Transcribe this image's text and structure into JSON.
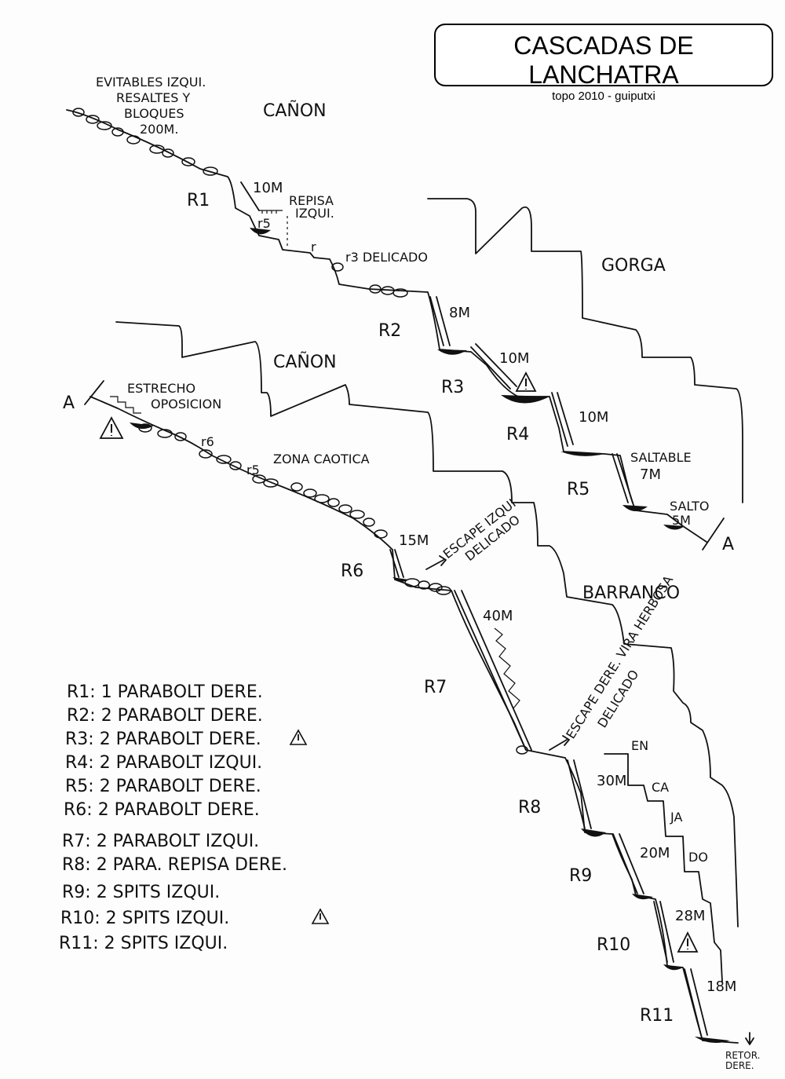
{
  "title": {
    "main": "CASCADAS DE LANCHATRA",
    "sub": "topo 2010 - guiputxi"
  },
  "sections": {
    "canon_top": "CAÑON",
    "gorga": "GORGA",
    "canon_mid": "CAÑON",
    "barranco": "BARRANCO"
  },
  "notes": {
    "evitables_1": "EVITABLES IZQUI.",
    "evitables_2": "RESALTES Y",
    "evitables_3": "BLOQUES",
    "evitables_4": "200M.",
    "repisa_1": "REPISA",
    "repisa_2": "IZQUI.",
    "r5_a": "r5",
    "r_small": "r",
    "r3_delicado": "r3 DELICADO",
    "estrecho": "ESTRECHO",
    "oposicion": "OPOSICION",
    "r6_small": "r6",
    "r5_b": "r5",
    "zona": "ZONA CAOTICA",
    "escape_izq_1": "ESCAPE IZQUI",
    "escape_izq_2": "DELICADO",
    "saltable": "SALTABLE",
    "salto": "SALTO",
    "escape_der_1": "ESCAPE DERE. VIRA HERBOSA",
    "escape_der_2": "DELICADO",
    "en": "EN",
    "ca": "CA",
    "ja": "JA",
    "do": "DO",
    "retor_1": "RETOR.",
    "retor_2": "DERE.",
    "marker_a1": "A",
    "marker_a2": "A"
  },
  "rappels": [
    {
      "id": "R1",
      "height": "10M"
    },
    {
      "id": "R2",
      "height": "8M"
    },
    {
      "id": "R3",
      "height": "10M"
    },
    {
      "id": "R4",
      "height": "10M"
    },
    {
      "id": "R5",
      "height": "7M"
    },
    {
      "id": "R6",
      "height": "15M"
    },
    {
      "id": "R7",
      "height": "40M"
    },
    {
      "id": "R8",
      "height": "30M"
    },
    {
      "id": "R9",
      "height": "20M"
    },
    {
      "id": "R10",
      "height": "28M"
    },
    {
      "id": "R11",
      "height": "18M"
    }
  ],
  "salto_height": "5M",
  "legend": [
    "R1: 1 PARABOLT DERE.",
    "R2: 2 PARABOLT DERE.",
    "R3: 2 PARABOLT DERE.",
    "R4: 2 PARABOLT IZQUI.",
    "R5: 2 PARABOLT DERE.",
    "R6: 2 PARABOLT DERE.",
    "R7: 2 PARABOLT IZQUI.",
    "R8: 2 PARA. REPISA DERE.",
    "R9: 2 SPITS IZQUI.",
    "R10: 2 SPITS IZQUI.",
    "R11: 2 SPITS IZQUI."
  ],
  "warning_rows": [
    2,
    9
  ]
}
